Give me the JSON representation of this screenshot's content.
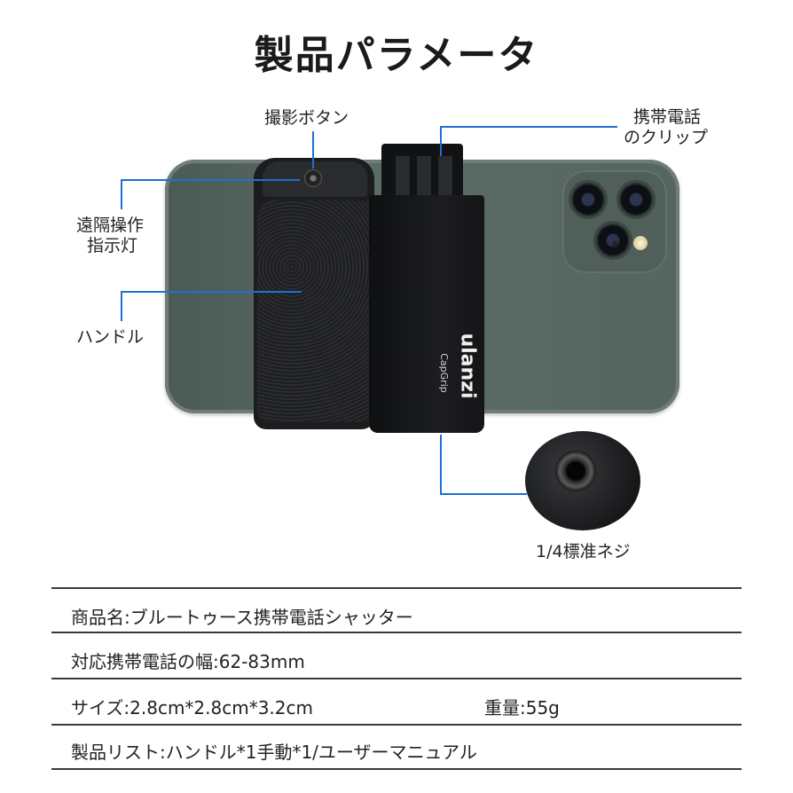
{
  "title": "製品パラメータ",
  "callouts": {
    "shutter_button": "撮影ボタン",
    "phone_clip_line1": "携帯電話",
    "phone_clip_line2": "のクリップ",
    "remote_light_line1": "遠隔操作",
    "remote_light_line2": "指示灯",
    "handle": "ハンドル",
    "screw": "1/4標准ネジ"
  },
  "product_marking": {
    "brand": "ulanzi",
    "model": "CapGrip"
  },
  "specs": {
    "product_name": "商品名:ブルートゥース携帯電話シャッター",
    "phone_width": "対応携帯電話の幅:62-83mm",
    "size": "サイズ:2.8cm*2.8cm*3.2cm",
    "weight": "重量:55g",
    "package": "製品リスト:ハンドル*1手動*1/ユーザーマニュアル"
  },
  "colors": {
    "callout_line": "#1f6fd1",
    "phone_body": "#56655f",
    "grip": "#1b1c1e"
  }
}
